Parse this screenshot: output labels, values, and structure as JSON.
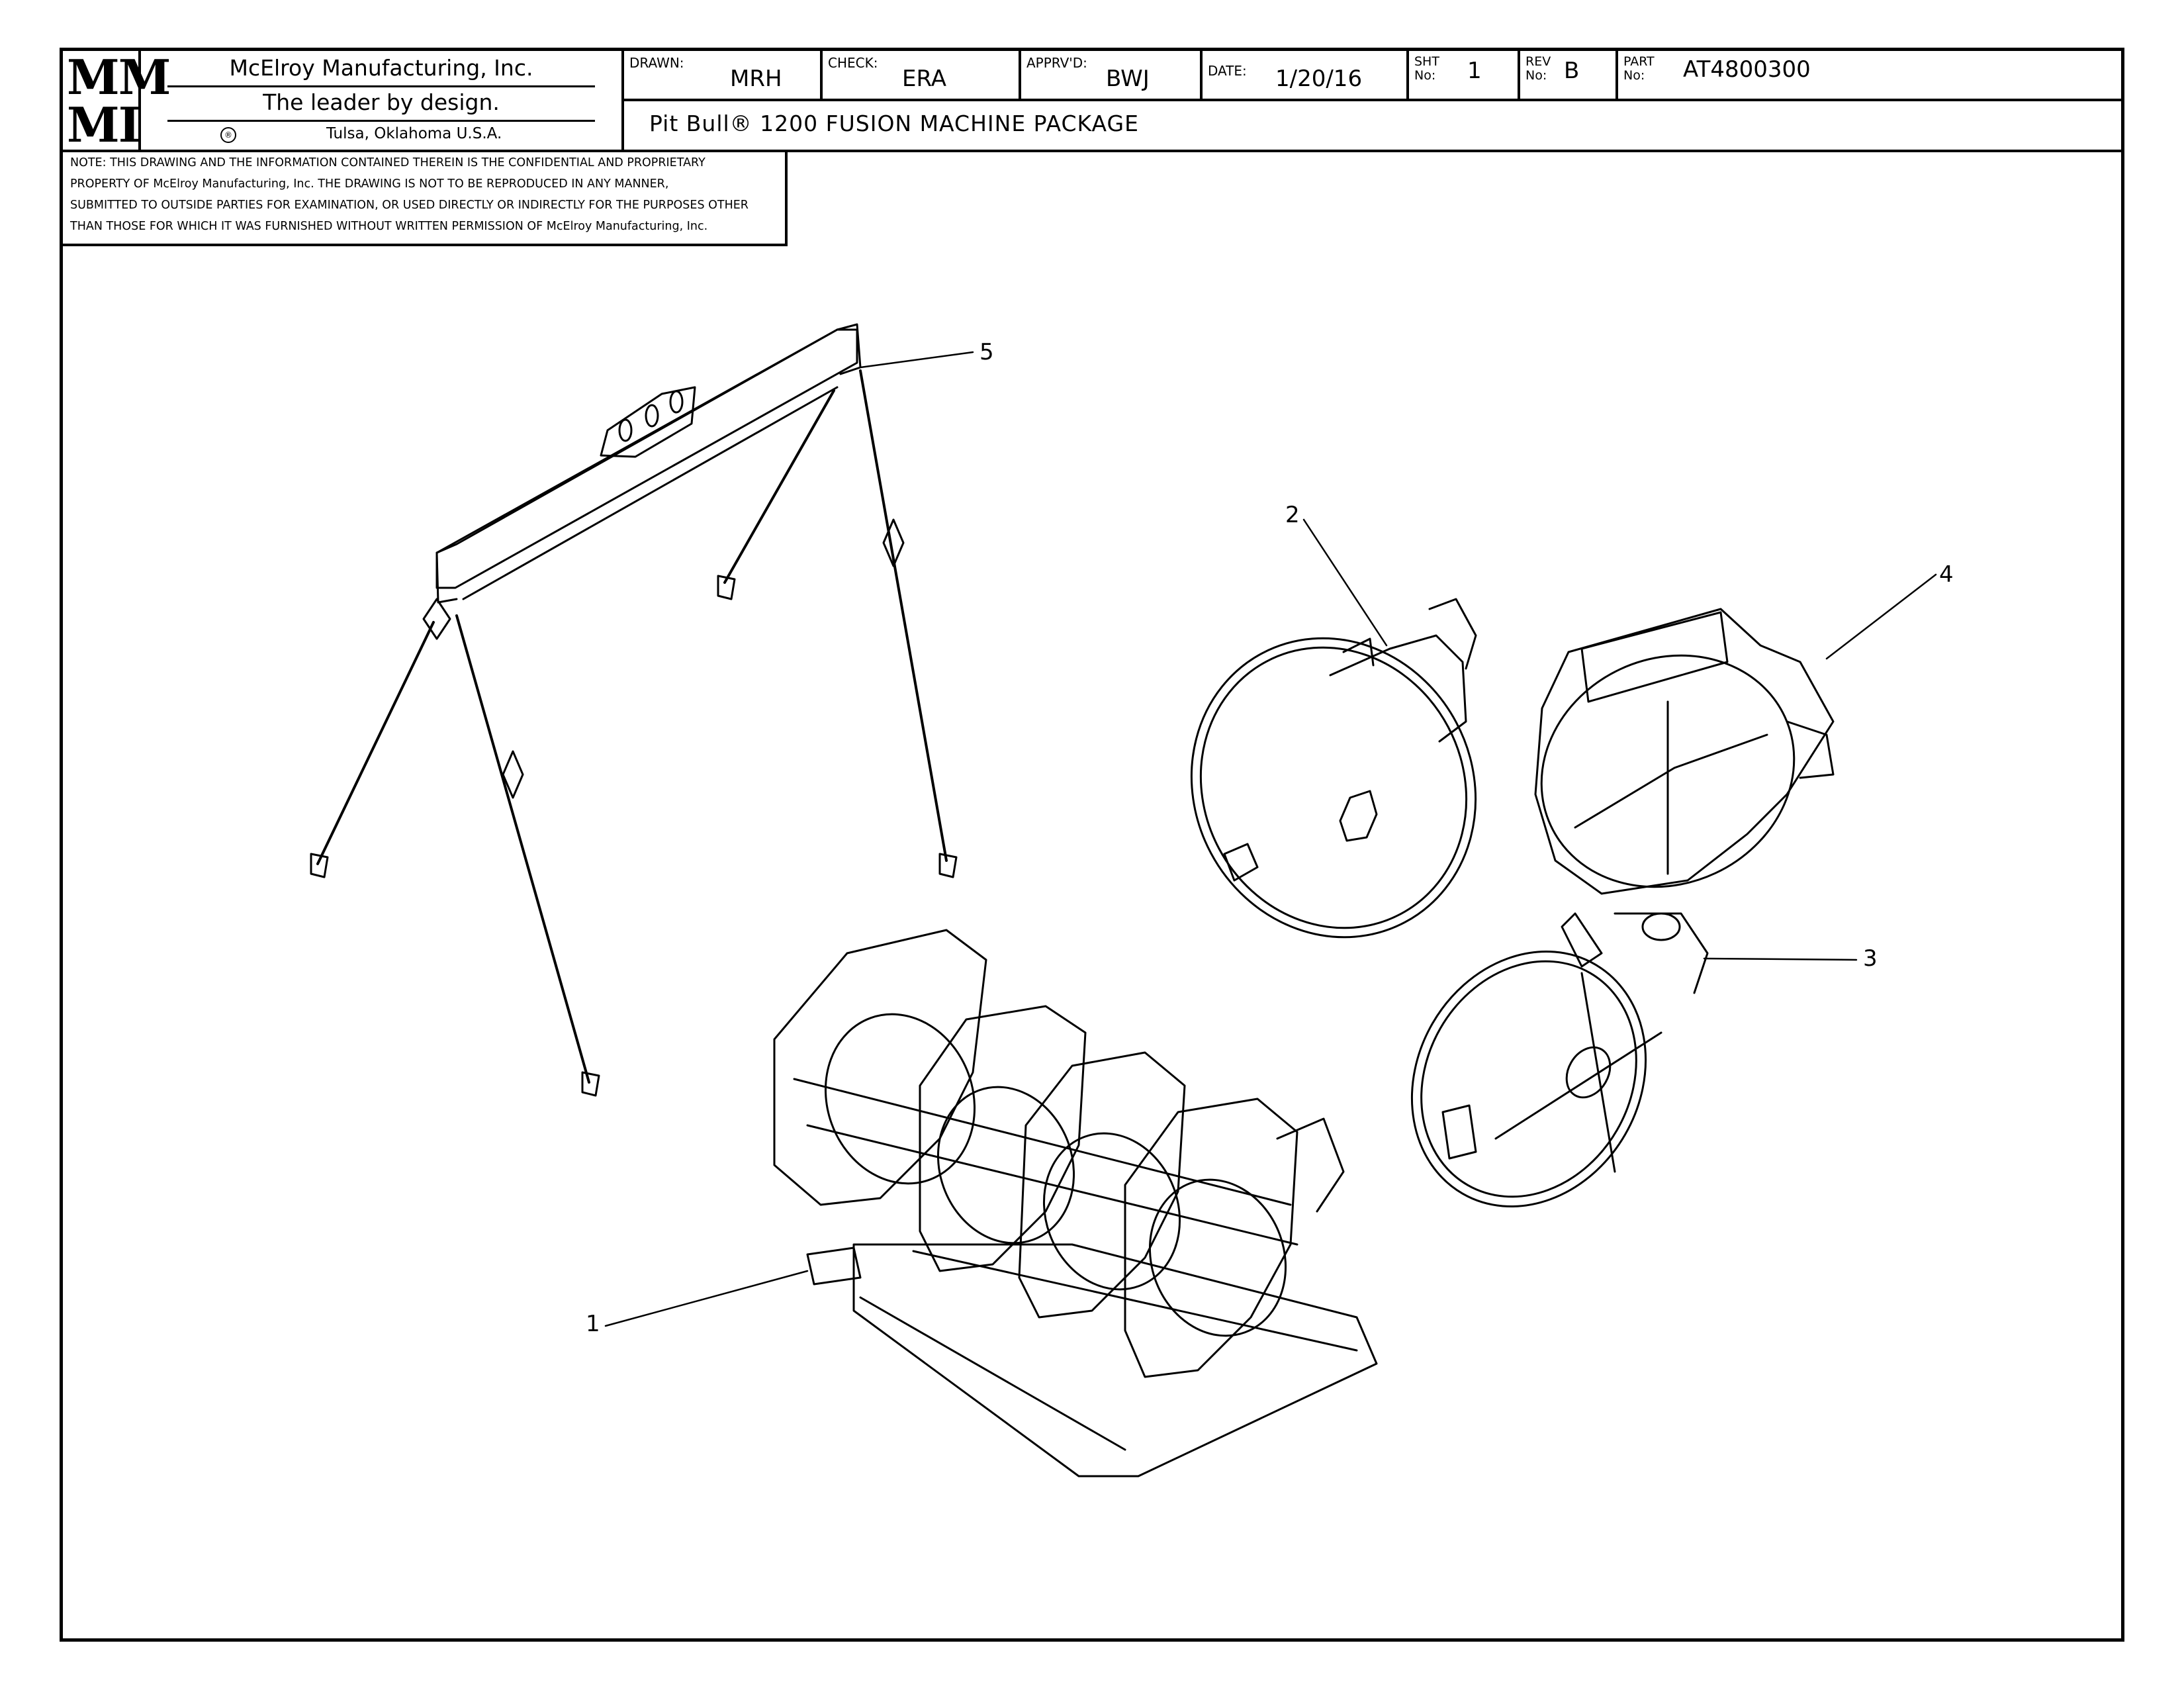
{
  "title_block": {
    "logo_top": "MM",
    "logo_bottom": "MI",
    "company": "McElroy Manufacturing, Inc.",
    "tagline": "The leader by design.",
    "city": "Tulsa, Oklahoma U.S.A.",
    "registered": "®",
    "drawn_label": "DRAWN:",
    "drawn_value": "MRH",
    "check_label": "CHECK:",
    "check_value": "ERA",
    "approved_label": "APPRV'D:",
    "approved_value": "BWJ",
    "date_label": "DATE:",
    "date_value": "1/20/16",
    "sheet_label": "SHT No:",
    "sheet_value": "1",
    "rev_label": "REV No:",
    "rev_value": "B",
    "part_label": "PART No:",
    "part_value": "AT4800300",
    "drawing_title": "Pit Bull® 1200 FUSION MACHINE PACKAGE"
  },
  "note": {
    "line1": "NOTE: THIS DRAWING AND THE INFORMATION CONTAINED THEREIN IS THE CONFIDENTIAL AND PROPRIETARY",
    "line2": "PROPERTY OF McElroy Manufacturing, Inc. THE DRAWING IS NOT TO BE REPRODUCED IN ANY MANNER,",
    "line3": "SUBMITTED TO OUTSIDE PARTIES FOR EXAMINATION, OR USED DIRECTLY OR INDIRECTLY FOR THE PURPOSES OTHER",
    "line4": "THAN THOSE FOR WHICH IT WAS FURNISHED WITHOUT WRITTEN PERMISSION OF McElroy Manufacturing, Inc."
  },
  "balloons": {
    "item1": "1",
    "item2": "2",
    "item3": "3",
    "item4": "4",
    "item5": "5"
  }
}
